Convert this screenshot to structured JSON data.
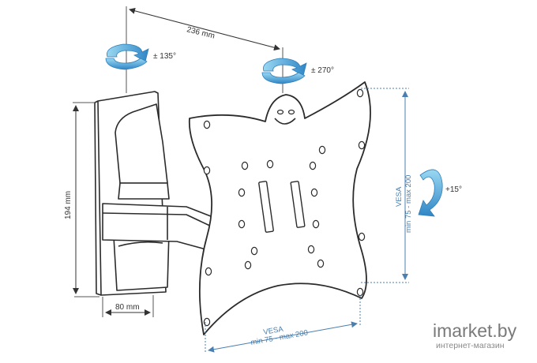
{
  "dimensions": {
    "arm_length": "236 mm",
    "bracket_height": "194 mm",
    "bracket_width": "80 mm"
  },
  "rotations": {
    "arm_swivel": "± 135°",
    "plate_rotation": "± 270°",
    "tilt": "+15°"
  },
  "vesa": {
    "vertical_title": "VESA",
    "vertical_range": "min 75 - max 200",
    "horizontal_title": "VESA",
    "horizontal_range": "min 75 - max 200"
  },
  "watermark": {
    "brand": "imarket.by",
    "tagline": "интернет-магазин"
  },
  "colors": {
    "line": "#2b2b2b",
    "dimension_line": "#555555",
    "vesa_blue": "#4a7fb0",
    "arrow_blue_light": "#8fd0ee",
    "arrow_blue_dark": "#2f86c6"
  }
}
